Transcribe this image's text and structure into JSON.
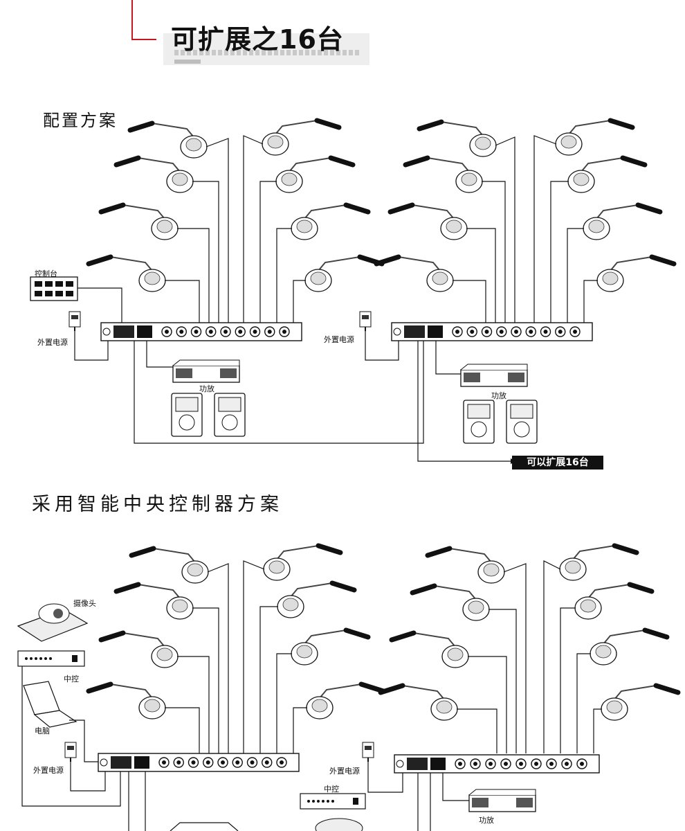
{
  "header": {
    "title": "可扩展之16台"
  },
  "section1": {
    "title": "配置方案",
    "console_label": "控制台",
    "power_left": "外置电源",
    "power_right": "外置电源",
    "amp_left": "功放",
    "amp_right": "功放",
    "expand_tag": "可以扩展16台"
  },
  "section2": {
    "title": "采用智能中央控制器方案",
    "camera_label": "摄像头",
    "central_ctrl_left": "中控",
    "computer_label": "电脑",
    "power_left": "外置电源",
    "power_right": "外置电源",
    "central_ctrl_right": "中控",
    "amp_right": "功放"
  },
  "colors": {
    "accent_red": "#c8161d",
    "expand_tag_bg": "#111111"
  }
}
